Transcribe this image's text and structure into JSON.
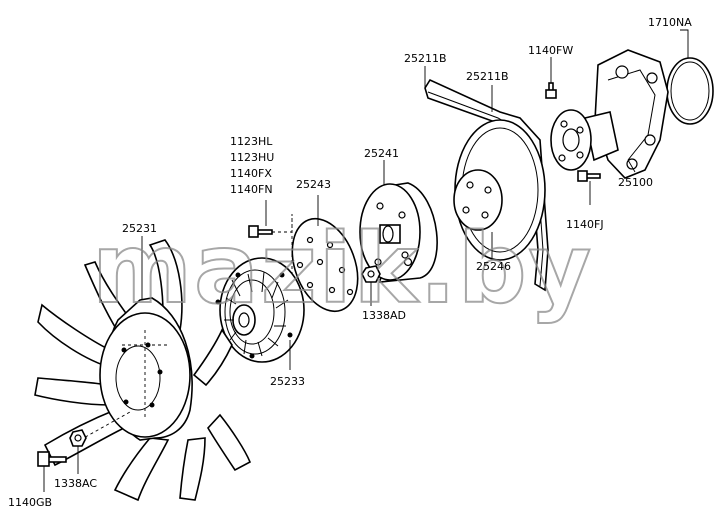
{
  "watermark": "mazik.by",
  "parts": {
    "p1710NA": "1710NA",
    "p1140FW": "1140FW",
    "p25211B_a": "25211B",
    "p25211B_b": "25211B",
    "p25241": "25241",
    "p1123HL": "1123HL",
    "p1123HU": "1123HU",
    "p1140FX": "1140FX",
    "p1140FN": "1140FN",
    "p25243": "25243",
    "p25231": "25231",
    "p25100": "25100",
    "p1140FJ": "1140FJ",
    "p25246": "25246",
    "p1338AD": "1338AD",
    "p25233": "25233",
    "p1338AC": "1338AC",
    "p1140GB": "1140GB"
  }
}
